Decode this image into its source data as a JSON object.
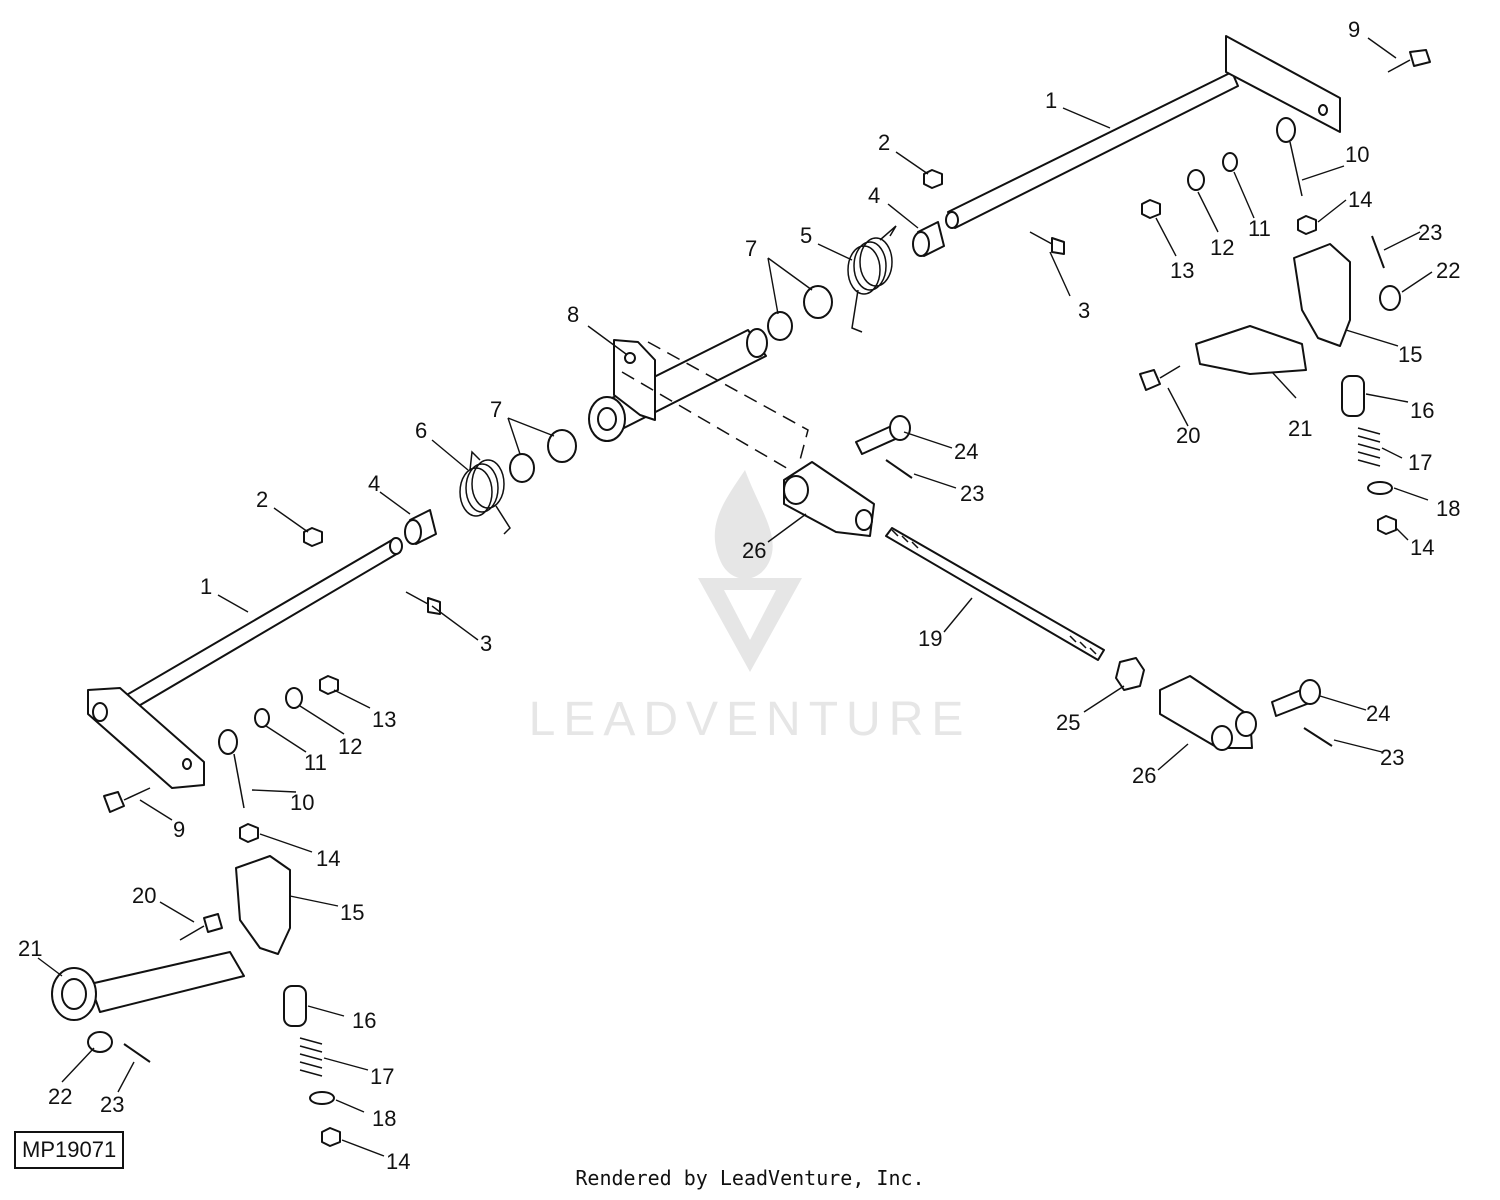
{
  "watermark": {
    "text": "LEADVENTURE"
  },
  "figure_id": "MP19071",
  "credit": "Rendered by LeadVenture, Inc.",
  "callouts": [
    {
      "id": "c1a",
      "text": "1"
    },
    {
      "id": "c1b",
      "text": "1"
    },
    {
      "id": "c2a",
      "text": "2"
    },
    {
      "id": "c2b",
      "text": "2"
    },
    {
      "id": "c3a",
      "text": "3"
    },
    {
      "id": "c3b",
      "text": "3"
    },
    {
      "id": "c4a",
      "text": "4"
    },
    {
      "id": "c4b",
      "text": "4"
    },
    {
      "id": "c5",
      "text": "5"
    },
    {
      "id": "c6",
      "text": "6"
    },
    {
      "id": "c7a",
      "text": "7"
    },
    {
      "id": "c7b",
      "text": "7"
    },
    {
      "id": "c8",
      "text": "8"
    },
    {
      "id": "c9a",
      "text": "9"
    },
    {
      "id": "c9b",
      "text": "9"
    },
    {
      "id": "c10a",
      "text": "10"
    },
    {
      "id": "c10b",
      "text": "10"
    },
    {
      "id": "c11a",
      "text": "11"
    },
    {
      "id": "c11b",
      "text": "11"
    },
    {
      "id": "c12a",
      "text": "12"
    },
    {
      "id": "c12b",
      "text": "12"
    },
    {
      "id": "c13a",
      "text": "13"
    },
    {
      "id": "c13b",
      "text": "13"
    },
    {
      "id": "c14a",
      "text": "14"
    },
    {
      "id": "c14b",
      "text": "14"
    },
    {
      "id": "c14c",
      "text": "14"
    },
    {
      "id": "c14d",
      "text": "14"
    },
    {
      "id": "c15a",
      "text": "15"
    },
    {
      "id": "c15b",
      "text": "15"
    },
    {
      "id": "c16a",
      "text": "16"
    },
    {
      "id": "c16b",
      "text": "16"
    },
    {
      "id": "c17a",
      "text": "17"
    },
    {
      "id": "c17b",
      "text": "17"
    },
    {
      "id": "c18a",
      "text": "18"
    },
    {
      "id": "c18b",
      "text": "18"
    },
    {
      "id": "c19",
      "text": "19"
    },
    {
      "id": "c20a",
      "text": "20"
    },
    {
      "id": "c20b",
      "text": "20"
    },
    {
      "id": "c21a",
      "text": "21"
    },
    {
      "id": "c21b",
      "text": "21"
    },
    {
      "id": "c22a",
      "text": "22"
    },
    {
      "id": "c22b",
      "text": "22"
    },
    {
      "id": "c23a",
      "text": "23"
    },
    {
      "id": "c23b",
      "text": "23"
    },
    {
      "id": "c23c",
      "text": "23"
    },
    {
      "id": "c23d",
      "text": "23"
    },
    {
      "id": "c24a",
      "text": "24"
    },
    {
      "id": "c24b",
      "text": "24"
    },
    {
      "id": "c25",
      "text": "25"
    },
    {
      "id": "c26a",
      "text": "26"
    },
    {
      "id": "c26b",
      "text": "26"
    }
  ]
}
